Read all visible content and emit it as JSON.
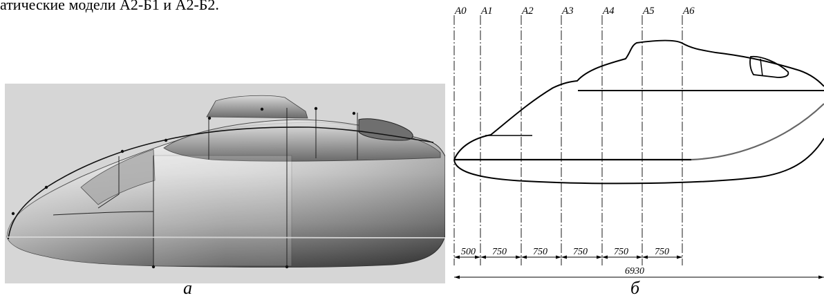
{
  "intro_text": "атические модели А2-Б1 и А2-Б2.",
  "captions": {
    "a": "а",
    "b": "б"
  },
  "section_labels": [
    "A0",
    "A1",
    "A2",
    "A3",
    "A4",
    "A5",
    "A6"
  ],
  "dimensions": {
    "segments": [
      "500",
      "750",
      "750",
      "750",
      "750",
      "750"
    ],
    "total": "6930"
  }
}
